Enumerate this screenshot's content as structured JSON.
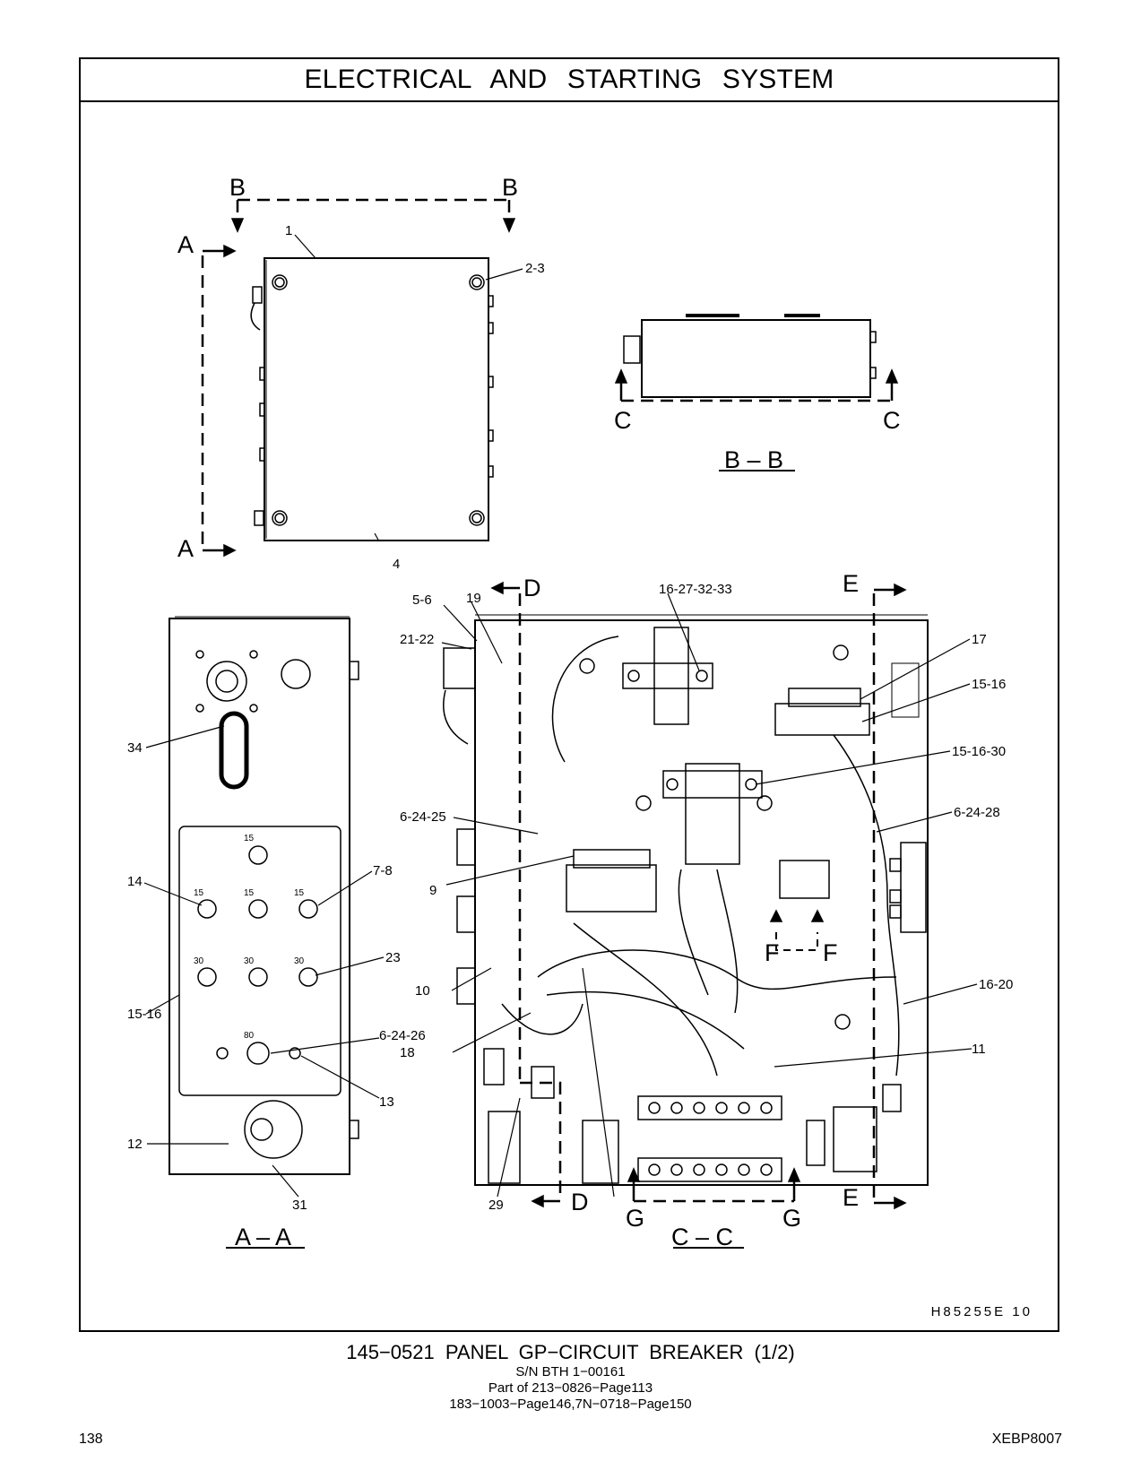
{
  "header": {
    "title": "ELECTRICAL AND STARTING SYSTEM"
  },
  "drawing": {
    "callouts": [
      "1",
      "2-3",
      "4",
      "5-6",
      "19",
      "21-22",
      "16-27-32-33",
      "17",
      "15-16",
      "15-16-30",
      "34",
      "6-24-25",
      "6-24-28",
      "14",
      "7-8",
      "9",
      "23",
      "15-16",
      "10",
      "6-24-26",
      "18",
      "16-20",
      "11",
      "13",
      "12",
      "31",
      "29"
    ],
    "section_markers": [
      "A",
      "A",
      "B",
      "B",
      "C",
      "C",
      "D",
      "D",
      "E",
      "E",
      "F",
      "F",
      "G",
      "G"
    ],
    "view_labels": [
      "B – B",
      "A – A",
      "C – C"
    ],
    "breaker_ratings": [
      "15",
      "15",
      "15",
      "15",
      "30",
      "30",
      "30",
      "80"
    ],
    "drawing_number": "H85255E   10"
  },
  "caption": {
    "part_title": "145−0521  PANEL GP−CIRCUIT BREAKER (1/2)",
    "serial": "S/N BTH 1−00161",
    "part_of": "Part of 213−0826−Page113",
    "refs": "183−1003−Page146,7N−0718−Page150"
  },
  "footer": {
    "page_number": "138",
    "doc_code": "XEBP8007"
  }
}
